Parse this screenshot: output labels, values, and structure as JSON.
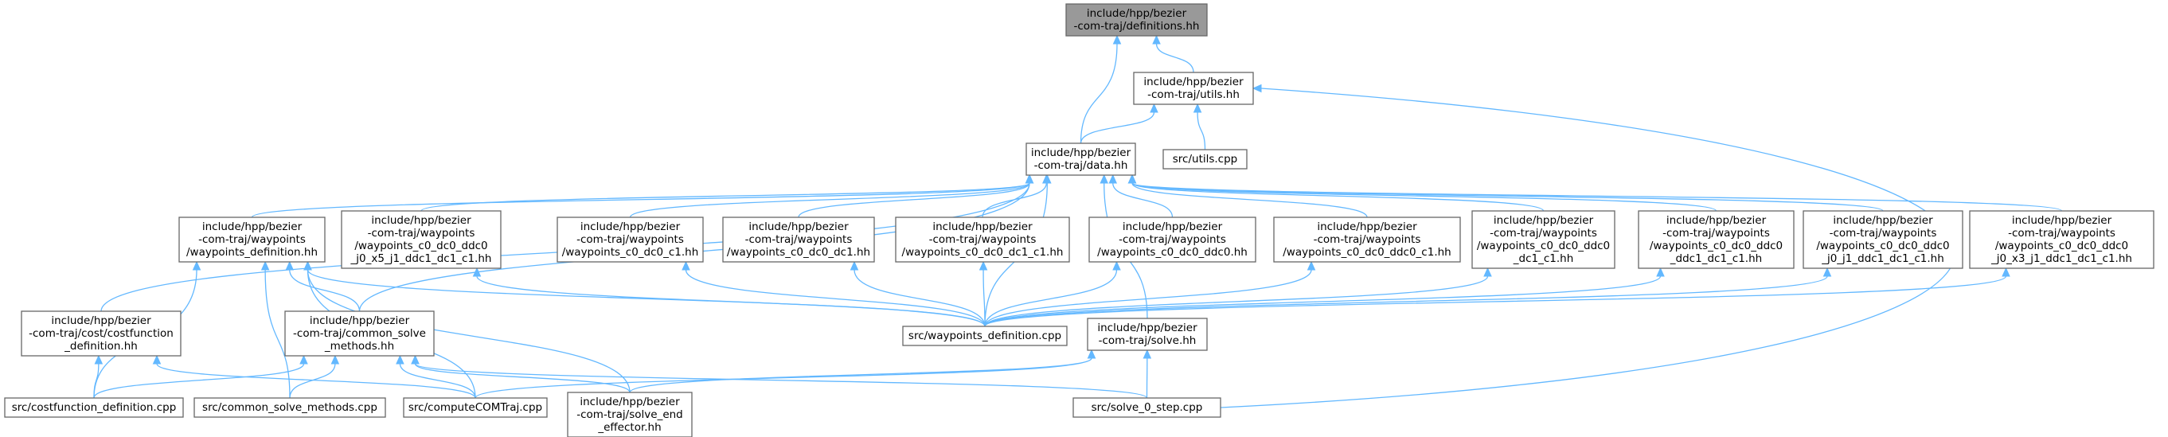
{
  "graph": {
    "edge_color": "#63b8ff",
    "root_fill": "#999999",
    "nodes": [
      {
        "id": "defs",
        "lines": [
          "include/hpp/bezier",
          "-com-traj/definitions.hh"
        ],
        "root": true
      },
      {
        "id": "utils_hh",
        "lines": [
          "include/hpp/bezier",
          "-com-traj/utils.hh"
        ]
      },
      {
        "id": "data_hh",
        "lines": [
          "include/hpp/bezier",
          "-com-traj/data.hh"
        ]
      },
      {
        "id": "utils_cpp",
        "lines": [
          "src/utils.cpp"
        ]
      },
      {
        "id": "wp_def_hh",
        "lines": [
          "include/hpp/bezier",
          "-com-traj/waypoints",
          "/waypoints_definition.hh"
        ]
      },
      {
        "id": "wp_x5",
        "lines": [
          "include/hpp/bezier",
          "-com-traj/waypoints",
          "/waypoints_c0_dc0_ddc0",
          "_j0_x5_j1_ddc1_dc1_c1.hh"
        ]
      },
      {
        "id": "wp_c1",
        "lines": [
          "include/hpp/bezier",
          "-com-traj/waypoints",
          "/waypoints_c0_dc0_c1.hh"
        ]
      },
      {
        "id": "wp_dc1",
        "lines": [
          "include/hpp/bezier",
          "-com-traj/waypoints",
          "/waypoints_c0_dc0_dc1.hh"
        ]
      },
      {
        "id": "wp_dc1_c1",
        "lines": [
          "include/hpp/bezier",
          "-com-traj/waypoints",
          "/waypoints_c0_dc0_dc1_c1.hh"
        ]
      },
      {
        "id": "wp_ddc0",
        "lines": [
          "include/hpp/bezier",
          "-com-traj/waypoints",
          "/waypoints_c0_dc0_ddc0.hh"
        ]
      },
      {
        "id": "wp_ddc0_c1",
        "lines": [
          "include/hpp/bezier",
          "-com-traj/waypoints",
          "/waypoints_c0_dc0_ddc0_c1.hh"
        ]
      },
      {
        "id": "wp_ddc0_dc1_c1",
        "lines": [
          "include/hpp/bezier",
          "-com-traj/waypoints",
          "/waypoints_c0_dc0_ddc0",
          "_dc1_c1.hh"
        ]
      },
      {
        "id": "wp_ddc1",
        "lines": [
          "include/hpp/bezier",
          "-com-traj/waypoints",
          "/waypoints_c0_dc0_ddc0",
          "_ddc1_dc1_c1.hh"
        ]
      },
      {
        "id": "wp_j0j1",
        "lines": [
          "include/hpp/bezier",
          "-com-traj/waypoints",
          "/waypoints_c0_dc0_ddc0",
          "_j0_j1_ddc1_dc1_c1.hh"
        ]
      },
      {
        "id": "wp_x3",
        "lines": [
          "include/hpp/bezier",
          "-com-traj/waypoints",
          "/waypoints_c0_dc0_ddc0",
          "_j0_x3_j1_ddc1_dc1_c1.hh"
        ]
      },
      {
        "id": "costfn_hh",
        "lines": [
          "include/hpp/bezier",
          "-com-traj/cost/costfunction",
          "_definition.hh"
        ]
      },
      {
        "id": "common_hh",
        "lines": [
          "include/hpp/bezier",
          "-com-traj/common_solve",
          "_methods.hh"
        ]
      },
      {
        "id": "wp_def_cpp",
        "lines": [
          "src/waypoints_definition.cpp"
        ]
      },
      {
        "id": "solve_hh",
        "lines": [
          "include/hpp/bezier",
          "-com-traj/solve.hh"
        ]
      },
      {
        "id": "costfn_cpp",
        "lines": [
          "src/costfunction_definition.cpp"
        ]
      },
      {
        "id": "common_cpp",
        "lines": [
          "src/common_solve_methods.cpp"
        ]
      },
      {
        "id": "compute_cpp",
        "lines": [
          "src/computeCOMTraj.cpp"
        ]
      },
      {
        "id": "solve_end",
        "lines": [
          "include/hpp/bezier",
          "-com-traj/solve_end",
          "_effector.hh"
        ]
      },
      {
        "id": "solve0_cpp",
        "lines": [
          "src/solve_0_step.cpp"
        ]
      }
    ]
  }
}
